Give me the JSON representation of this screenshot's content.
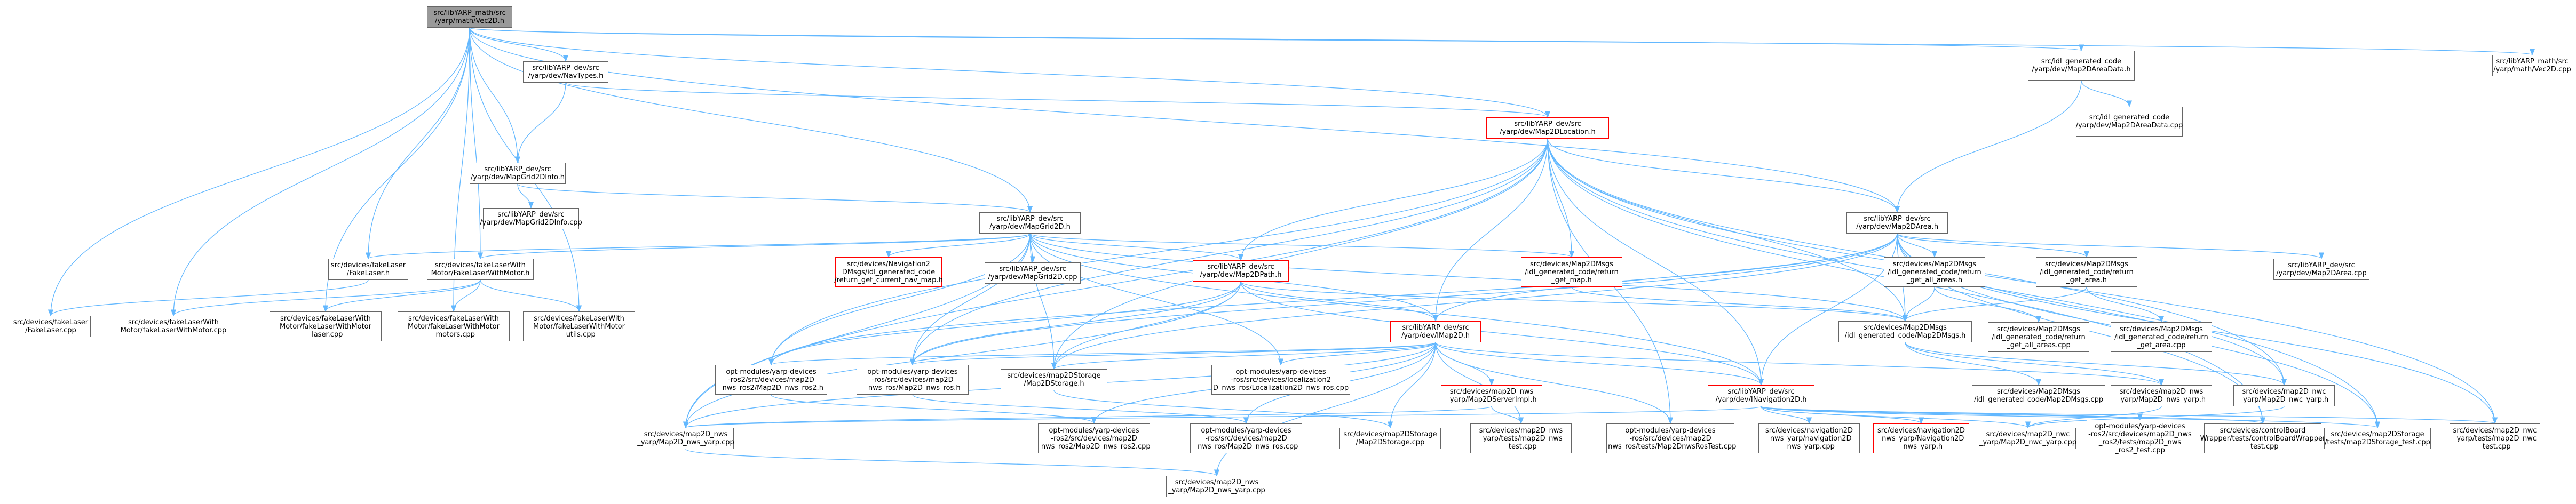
{
  "colors": {
    "edge": "#63b8ff",
    "node_border": "#666666",
    "highlight_border": "#ff0000",
    "root_fill": "#999999"
  },
  "nodes": [
    {
      "id": "root",
      "label": "src/libYARP_math/src\n/yarp/math/Vec2D.h",
      "style": "root"
    },
    {
      "id": "navtypes",
      "label": "src/libYARP_dev/src\n/yarp/dev/NavTypes.h"
    },
    {
      "id": "m2dareadata",
      "label": "src/idl_generated_code\n/yarp/dev/Map2DAreaData.h"
    },
    {
      "id": "vec2dcpp",
      "label": "src/libYARP_math/src\n/yarp/math/Vec2D.cpp"
    },
    {
      "id": "m2dloc",
      "label": "src/libYARP_dev/src\n/yarp/dev/Map2DLocation.h",
      "style": "red"
    },
    {
      "id": "m2dareadatacpp",
      "label": "src/idl_generated_code\n/yarp/dev/Map2DAreaData.cpp"
    },
    {
      "id": "mapgridinfo",
      "label": "src/libYARP_dev/src\n/yarp/dev/MapGrid2DInfo.h"
    },
    {
      "id": "mapgridinfocpp",
      "label": "src/libYARP_dev/src\n/yarp/dev/MapGrid2DInfo.cpp"
    },
    {
      "id": "m2darea",
      "label": "src/libYARP_dev/src\n/yarp/dev/Map2DArea.h"
    },
    {
      "id": "mapgrid",
      "label": "src/libYARP_dev/src\n/yarp/dev/MapGrid2D.h"
    },
    {
      "id": "fakelaser_h",
      "label": "src/devices/fakeLaser\n/FakeLaser.h"
    },
    {
      "id": "fakelasermotor_h",
      "label": "src/devices/fakeLaserWith\nMotor/FakeLaserWithMotor.h"
    },
    {
      "id": "navreturn",
      "label": "src/devices/Navigation2\nDMsgs/idl_generated_code\n/return_get_current_nav_map.h",
      "style": "red"
    },
    {
      "id": "mapgridcpp",
      "label": "src/libYARP_dev/src\n/yarp/dev/MapGrid2D.cpp"
    },
    {
      "id": "m2dpath",
      "label": "src/libYARP_dev/src\n/yarp/dev/Map2DPath.h",
      "style": "red"
    },
    {
      "id": "retgetmap",
      "label": "src/devices/Map2DMsgs\n/idl_generated_code/return\n_get_map.h",
      "style": "red"
    },
    {
      "id": "retallareas",
      "label": "src/devices/Map2DMsgs\n/idl_generated_code/return\n_get_all_areas.h"
    },
    {
      "id": "retarea",
      "label": "src/devices/Map2DMsgs\n/idl_generated_code/return\n_get_area.h"
    },
    {
      "id": "m2dareacpp",
      "label": "src/libYARP_dev/src\n/yarp/dev/Map2DArea.cpp"
    },
    {
      "id": "fakelasercpp",
      "label": "src/devices/fakeLaser\n/FakeLaser.cpp"
    },
    {
      "id": "flwm_cpp",
      "label": "src/devices/fakeLaserWith\nMotor/fakeLaserWithMotor.cpp"
    },
    {
      "id": "flwm_laser",
      "label": "src/devices/fakeLaserWith\nMotor/fakeLaserWithMotor\n_laser.cpp"
    },
    {
      "id": "flwm_motors",
      "label": "src/devices/fakeLaserWith\nMotor/fakeLaserWithMotor\n_motors.cpp"
    },
    {
      "id": "flwm_utils",
      "label": "src/devices/fakeLaserWith\nMotor/fakeLaserWithMotor\n_utils.cpp"
    },
    {
      "id": "imap2d",
      "label": "src/libYARP_dev/src\n/yarp/dev/IMap2D.h",
      "style": "red"
    },
    {
      "id": "map2dmsgs",
      "label": "src/devices/Map2DMsgs\n/idl_generated_code/Map2DMsgs.h"
    },
    {
      "id": "retallareascpp",
      "label": "src/devices/Map2DMsgs\n/idl_generated_code/return\n_get_all_areas.cpp"
    },
    {
      "id": "retareacpp",
      "label": "src/devices/Map2DMsgs\n/idl_generated_code/return\n_get_area.cpp"
    },
    {
      "id": "ros2_h",
      "label": "opt-modules/yarp-devices\n-ros2/src/devices/map2D\n_nws_ros2/Map2D_nws_ros2.h"
    },
    {
      "id": "ros_h",
      "label": "opt-modules/yarp-devices\n-ros/src/devices/map2D\n_nws_ros/Map2D_nws_ros.h"
    },
    {
      "id": "storage_h",
      "label": "src/devices/map2DStorage\n/Map2DStorage.h"
    },
    {
      "id": "loc2d_ros",
      "label": "opt-modules/yarp-devices\n-ros/src/devices/localization2\nD_nws_ros/Localization2D_nws_ros.cpp"
    },
    {
      "id": "srvimpl",
      "label": "src/devices/map2D_nws\n_yarp/Map2DServerImpl.h",
      "style": "red"
    },
    {
      "id": "inav2d",
      "label": "src/libYARP_dev/src\n/yarp/dev/INavigation2D.h",
      "style": "red"
    },
    {
      "id": "map2dmsgscpp",
      "label": "src/devices/Map2DMsgs\n/idl_generated_code/Map2DMsgs.cpp"
    },
    {
      "id": "nwsyarp_h",
      "label": "src/devices/map2D_nws\n_yarp/Map2D_nws_yarp.h"
    },
    {
      "id": "nwsyarpcpp_left",
      "label": "src/devices/map2D_nws\n_yarp/Map2D_nws_yarp.cpp"
    },
    {
      "id": "ros2cpp",
      "label": "opt-modules/yarp-devices\n-ros2/src/devices/map2D\n_nws_ros2/Map2D_nws_ros2.cpp"
    },
    {
      "id": "roscpp",
      "label": "opt-modules/yarp-devices\n-ros/src/devices/map2D\n_nws_ros/Map2D_nws_ros.cpp"
    },
    {
      "id": "storagecpp",
      "label": "src/devices/map2DStorage\n/Map2DStorage.cpp"
    },
    {
      "id": "nwstest",
      "label": "src/devices/map2D_nws\n_yarp/tests/map2D_nws\n_test.cpp"
    },
    {
      "id": "rostest",
      "label": "opt-modules/yarp-devices\n-ros/src/devices/map2D\n_nws_ros/tests/Map2DnwsRosTest.cpp"
    },
    {
      "id": "navnwsyarp",
      "label": "src/devices/navigation2D\n_nws_yarp/navigation2D\n_nws_yarp.cpp"
    },
    {
      "id": "navnwsyarp_h",
      "label": "src/devices/navigation2D\n_nws_yarp/Navigation2D\n_nws_yarp.h",
      "style": "red"
    },
    {
      "id": "nwsyarpcpp_right",
      "label": "src/devices/map2D_nwc\n_yarp/Map2D_nwc_yarp.cpp"
    },
    {
      "id": "ros2test",
      "label": "opt-modules/yarp-devices\n-ros2/src/devices/map2D_nws\n_ros2/tests/map2D_nws\n_ros2_test.cpp"
    },
    {
      "id": "cbwtest",
      "label": "src/devices/controlBoard\nWrapper/tests/controlBoardWrapper\n_test.cpp"
    },
    {
      "id": "storagetest",
      "label": "src/devices/map2DStorage\n/tests/map2DStorage_test.cpp"
    },
    {
      "id": "nwctest",
      "label": "src/devices/map2D_nwc\n_yarp/tests/map2D_nwc\n_test.cpp"
    },
    {
      "id": "nwcyarp_h",
      "label": "src/devices/map2D_nwc\n_yarp/Map2D_nwc_yarp.h"
    },
    {
      "id": "nwsyarpcpp_bottom",
      "label": "src/devices/map2D_nws\n_yarp/Map2D_nws_yarp.cpp"
    }
  ],
  "edges": [
    [
      "root",
      "navtypes"
    ],
    [
      "root",
      "m2dareadata"
    ],
    [
      "root",
      "vec2dcpp"
    ],
    [
      "root",
      "m2dloc"
    ],
    [
      "root",
      "mapgridinfo"
    ],
    [
      "root",
      "mapgrid"
    ],
    [
      "root",
      "m2darea"
    ],
    [
      "root",
      "fakelasercpp"
    ],
    [
      "root",
      "flwm_cpp"
    ],
    [
      "root",
      "flwm_laser"
    ],
    [
      "root",
      "flwm_motors"
    ],
    [
      "root",
      "flwm_utils"
    ],
    [
      "root",
      "fakelaser_h"
    ],
    [
      "root",
      "fakelasermotor_h"
    ],
    [
      "navtypes",
      "m2dloc"
    ],
    [
      "navtypes",
      "mapgridinfo"
    ],
    [
      "m2dareadata",
      "m2dareadatacpp"
    ],
    [
      "m2dareadata",
      "m2darea"
    ],
    [
      "mapgridinfo",
      "mapgridinfocpp"
    ],
    [
      "mapgridinfo",
      "mapgrid"
    ],
    [
      "m2dloc",
      "m2darea"
    ],
    [
      "m2dloc",
      "m2dpath"
    ],
    [
      "m2dloc",
      "imap2d"
    ],
    [
      "m2dloc",
      "inav2d"
    ],
    [
      "m2dloc",
      "retgetmap"
    ],
    [
      "m2dloc",
      "map2dmsgs"
    ],
    [
      "m2dloc",
      "storage_h"
    ],
    [
      "m2dloc",
      "ros2_h"
    ],
    [
      "m2dloc",
      "ros_h"
    ],
    [
      "m2dloc",
      "nwsyarpcpp_left"
    ],
    [
      "m2dloc",
      "nwcyarp_h"
    ],
    [
      "m2dloc",
      "rostest"
    ],
    [
      "m2dloc",
      "nwctest"
    ],
    [
      "m2dloc",
      "cbwtest"
    ],
    [
      "m2dloc",
      "storagetest"
    ],
    [
      "m2darea",
      "m2dareacpp"
    ],
    [
      "m2darea",
      "retallareas"
    ],
    [
      "m2darea",
      "retarea"
    ],
    [
      "m2darea",
      "imap2d"
    ],
    [
      "m2darea",
      "map2dmsgs"
    ],
    [
      "m2darea",
      "inav2d"
    ],
    [
      "m2darea",
      "nwcyarp_h"
    ],
    [
      "m2darea",
      "storage_h"
    ],
    [
      "m2darea",
      "ros_h"
    ],
    [
      "m2darea",
      "ros2_h"
    ],
    [
      "m2darea",
      "nwctest"
    ],
    [
      "m2darea",
      "storagetest"
    ],
    [
      "m2darea",
      "cbwtest"
    ],
    [
      "mapgrid",
      "mapgridcpp"
    ],
    [
      "mapgrid",
      "navreturn"
    ],
    [
      "mapgrid",
      "m2dpath"
    ],
    [
      "mapgrid",
      "imap2d"
    ],
    [
      "mapgrid",
      "fakelaser_h"
    ],
    [
      "mapgrid",
      "fakelasermotor_h"
    ],
    [
      "mapgrid",
      "retgetmap"
    ],
    [
      "mapgrid",
      "map2dmsgs"
    ],
    [
      "mapgrid",
      "storage_h"
    ],
    [
      "mapgrid",
      "ros_h"
    ],
    [
      "mapgrid",
      "ros2_h"
    ],
    [
      "mapgrid",
      "nwsyarpcpp_left"
    ],
    [
      "mapgrid",
      "loc2d_ros"
    ],
    [
      "mapgrid",
      "inav2d"
    ],
    [
      "fakelaser_h",
      "fakelasercpp"
    ],
    [
      "fakelasermotor_h",
      "flwm_cpp"
    ],
    [
      "fakelasermotor_h",
      "flwm_laser"
    ],
    [
      "fakelasermotor_h",
      "flwm_motors"
    ],
    [
      "fakelasermotor_h",
      "flwm_utils"
    ],
    [
      "m2dpath",
      "imap2d"
    ],
    [
      "m2dpath",
      "inav2d"
    ],
    [
      "m2dpath",
      "nwsyarpcpp_left"
    ],
    [
      "m2dpath",
      "ros_h"
    ],
    [
      "m2dpath",
      "ros2_h"
    ],
    [
      "m2dpath",
      "map2dmsgs"
    ],
    [
      "m2dpath",
      "storage_h"
    ],
    [
      "retgetmap",
      "map2dmsgs"
    ],
    [
      "retallareas",
      "retallareascpp"
    ],
    [
      "retallareas",
      "map2dmsgs"
    ],
    [
      "retarea",
      "retareacpp"
    ],
    [
      "retarea",
      "map2dmsgs"
    ],
    [
      "imap2d",
      "srvimpl"
    ],
    [
      "imap2d",
      "ros2_h"
    ],
    [
      "imap2d",
      "ros_h"
    ],
    [
      "imap2d",
      "storage_h"
    ],
    [
      "imap2d",
      "nwsyarpcpp_left"
    ],
    [
      "imap2d",
      "nwsyarp_h"
    ],
    [
      "imap2d",
      "loc2d_ros"
    ],
    [
      "imap2d",
      "inav2d"
    ],
    [
      "imap2d",
      "nwstest"
    ],
    [
      "imap2d",
      "rostest"
    ],
    [
      "imap2d",
      "storagecpp"
    ],
    [
      "imap2d",
      "ros2cpp"
    ],
    [
      "imap2d",
      "roscpp"
    ],
    [
      "imap2d",
      "nwsyarpcpp_bottom"
    ],
    [
      "map2dmsgs",
      "map2dmsgscpp"
    ],
    [
      "map2dmsgs",
      "nwsyarp_h"
    ],
    [
      "map2dmsgs",
      "nwcyarp_h"
    ],
    [
      "ros2_h",
      "ros2cpp"
    ],
    [
      "ros_h",
      "roscpp"
    ],
    [
      "storage_h",
      "storagecpp"
    ],
    [
      "srvimpl",
      "nwsyarpcpp_left"
    ],
    [
      "srvimpl",
      "nwstest"
    ],
    [
      "inav2d",
      "navnwsyarp"
    ],
    [
      "inav2d",
      "navnwsyarp_h"
    ],
    [
      "inav2d",
      "nwsyarpcpp_right"
    ],
    [
      "inav2d",
      "ros2test"
    ],
    [
      "inav2d",
      "cbwtest"
    ],
    [
      "inav2d",
      "nwctest"
    ],
    [
      "inav2d",
      "storagetest"
    ],
    [
      "inav2d",
      "nwsyarpcpp_left"
    ],
    [
      "nwsyarp_h",
      "nwsyarpcpp_right"
    ],
    [
      "nwcyarp_h",
      "nwsyarpcpp_right"
    ],
    [
      "nwsyarpcpp_left",
      "nwsyarpcpp_bottom"
    ]
  ]
}
